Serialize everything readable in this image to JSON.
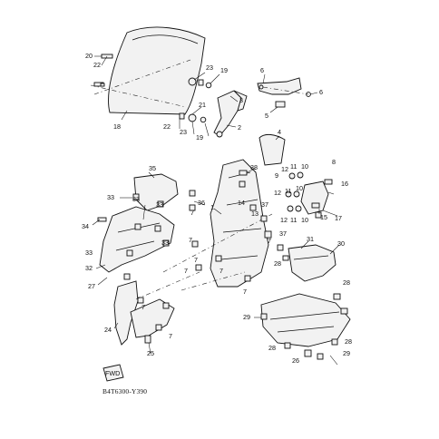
{
  "diagram": {
    "code": "B4T6300-Y390",
    "badge": "FWD",
    "callouts": [
      {
        "id": "c20",
        "text": "20"
      },
      {
        "id": "c22a",
        "text": "22"
      },
      {
        "id": "c18",
        "text": "18"
      },
      {
        "id": "c23a",
        "text": "23"
      },
      {
        "id": "c19a",
        "text": "19"
      },
      {
        "id": "c21",
        "text": "21"
      },
      {
        "id": "c22b",
        "text": "22"
      },
      {
        "id": "c23b",
        "text": "23"
      },
      {
        "id": "c19b",
        "text": "19"
      },
      {
        "id": "c3",
        "text": "3"
      },
      {
        "id": "c2",
        "text": "2"
      },
      {
        "id": "c6a",
        "text": "6"
      },
      {
        "id": "c6b",
        "text": "6"
      },
      {
        "id": "c5",
        "text": "5"
      },
      {
        "id": "c4",
        "text": "4"
      },
      {
        "id": "c35",
        "text": "35"
      },
      {
        "id": "c33a",
        "text": "33"
      },
      {
        "id": "c33b",
        "text": "33"
      },
      {
        "id": "c33c",
        "text": "33"
      },
      {
        "id": "c33d",
        "text": "33"
      },
      {
        "id": "c33e",
        "text": "33"
      },
      {
        "id": "c34",
        "text": "34"
      },
      {
        "id": "c32",
        "text": "32"
      },
      {
        "id": "c27",
        "text": "27"
      },
      {
        "id": "c36",
        "text": "36"
      },
      {
        "id": "c38",
        "text": "38"
      },
      {
        "id": "c1",
        "text": "1"
      },
      {
        "id": "c14",
        "text": "14"
      },
      {
        "id": "c13",
        "text": "13"
      },
      {
        "id": "c37a",
        "text": "37"
      },
      {
        "id": "c37b",
        "text": "37"
      },
      {
        "id": "c12a",
        "text": "12"
      },
      {
        "id": "c11a",
        "text": "11"
      },
      {
        "id": "c10a",
        "text": "10"
      },
      {
        "id": "c9",
        "text": "9"
      },
      {
        "id": "c12b",
        "text": "12"
      },
      {
        "id": "c11b",
        "text": "11"
      },
      {
        "id": "c10b",
        "text": "10"
      },
      {
        "id": "c12c",
        "text": "12"
      },
      {
        "id": "c11c",
        "text": "11"
      },
      {
        "id": "c10c",
        "text": "10"
      },
      {
        "id": "c8",
        "text": "8"
      },
      {
        "id": "c16",
        "text": "16"
      },
      {
        "id": "c15",
        "text": "15"
      },
      {
        "id": "c17",
        "text": "17"
      },
      {
        "id": "c7a",
        "text": "7"
      },
      {
        "id": "c7b",
        "text": "7"
      },
      {
        "id": "c7c",
        "text": "7"
      },
      {
        "id": "c7d",
        "text": "7"
      },
      {
        "id": "c7e",
        "text": "7"
      },
      {
        "id": "c7f",
        "text": "7"
      },
      {
        "id": "c7g",
        "text": "7"
      },
      {
        "id": "c7h",
        "text": "7"
      },
      {
        "id": "c7i",
        "text": "7"
      },
      {
        "id": "c31",
        "text": "31"
      },
      {
        "id": "c30",
        "text": "30"
      },
      {
        "id": "c28a",
        "text": "28"
      },
      {
        "id": "c28b",
        "text": "28"
      },
      {
        "id": "c28c",
        "text": "28"
      },
      {
        "id": "c28d",
        "text": "28"
      },
      {
        "id": "c29a",
        "text": "29"
      },
      {
        "id": "c29b",
        "text": "29"
      },
      {
        "id": "c26",
        "text": "26"
      },
      {
        "id": "c24",
        "text": "24"
      },
      {
        "id": "c25",
        "text": "25"
      }
    ]
  }
}
